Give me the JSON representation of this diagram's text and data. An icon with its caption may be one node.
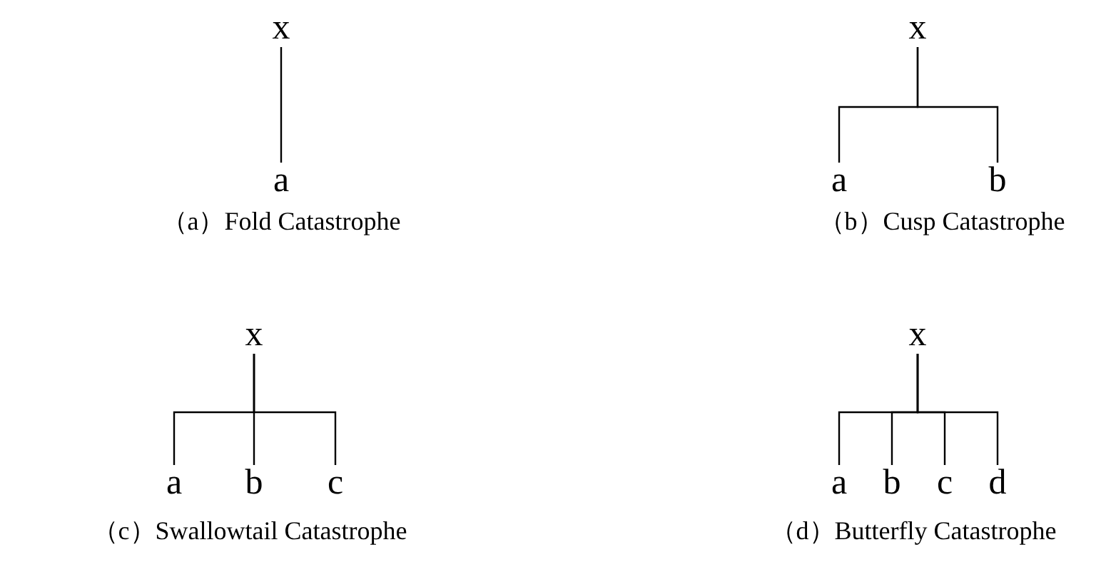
{
  "diagram": {
    "nodes": [
      {
        "text": [
          "x"
        ]
      },
      {
        "text": [
          "a"
        ]
      },
      {
        "text": [
          "x"
        ]
      },
      {
        "text": [
          "a"
        ]
      },
      {
        "text": [
          "b"
        ]
      },
      {
        "text": [
          "x"
        ]
      },
      {
        "text": [
          "a"
        ]
      },
      {
        "text": [
          "b"
        ]
      },
      {
        "text": [
          "c"
        ]
      },
      {
        "text": [
          "x"
        ]
      },
      {
        "text": [
          "a"
        ]
      },
      {
        "text": [
          "b"
        ]
      },
      {
        "text": [
          "c"
        ]
      },
      {
        "text": [
          "d"
        ]
      }
    ],
    "edges": [
      {
        "from": 0,
        "to": 1,
        "arrow": "none"
      },
      {
        "from": 2,
        "to": 3,
        "arrow": "none"
      },
      {
        "from": 2,
        "to": 4,
        "arrow": "none"
      },
      {
        "from": 5,
        "to": 6,
        "arrow": "none"
      },
      {
        "from": 5,
        "to": 7,
        "arrow": "none"
      },
      {
        "from": 5,
        "to": 8,
        "arrow": "none"
      },
      {
        "from": 9,
        "to": 10,
        "arrow": "none"
      },
      {
        "from": 9,
        "to": 11,
        "arrow": "none"
      },
      {
        "from": 9,
        "to": 12,
        "arrow": "none"
      },
      {
        "from": 9,
        "to": 13,
        "arrow": "none"
      }
    ],
    "labels": [
      "（a）Fold Catastrophe",
      "（b）Cusp Catastrophe",
      "（c）Swallowtail Catastrophe",
      "（d）Butterfly Catastrophe"
    ]
  }
}
